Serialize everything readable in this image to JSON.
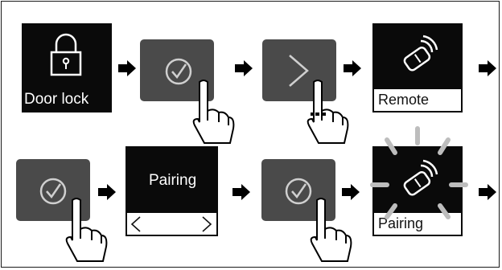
{
  "steps": {
    "door_lock_label": "Door lock",
    "remote_label": "Remote",
    "pairing_menu_label": "Pairing",
    "pairing_status_label": "Pairing"
  },
  "icons": {
    "lock": "padlock-icon",
    "confirm": "check-circle-icon",
    "next": "chevron-right-icon",
    "remote": "remote-key-icon",
    "finger": "finger-press-icon",
    "arrow": "arrow-right-icon",
    "prev": "chevron-left-icon"
  },
  "colors": {
    "tile_black": "#0a0a0a",
    "tile_grey": "#4a4a4a",
    "icon_grey": "#c8c8c8",
    "arrow": "#000000"
  }
}
